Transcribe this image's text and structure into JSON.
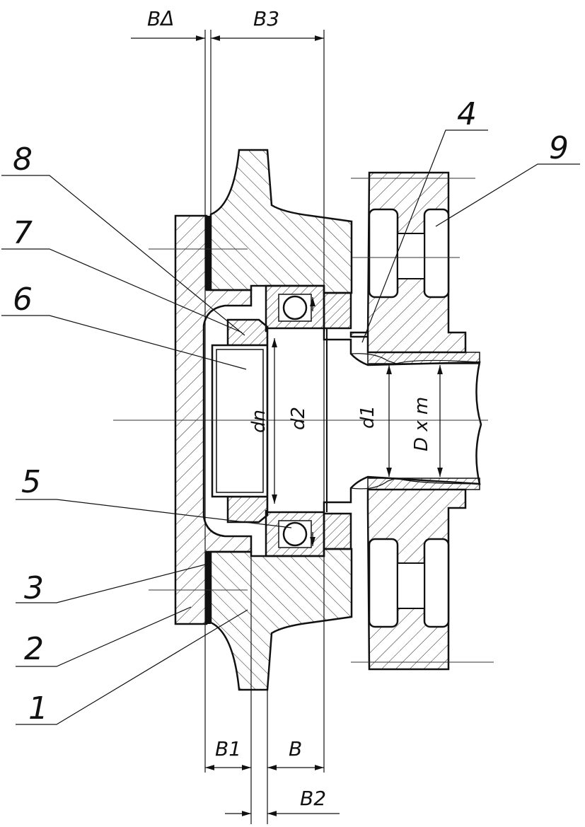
{
  "dimensions": {
    "b_delta": "BΔ",
    "b3": "B3",
    "b1": "B1",
    "b": "B",
    "b2": "B2"
  },
  "diameters": {
    "dn": "dn",
    "d2": "d2",
    "d1": "d1",
    "dxm": "D x m"
  },
  "callouts": {
    "n1": "1",
    "n2": "2",
    "n3": "3",
    "n4": "4",
    "n5": "5",
    "n6": "6",
    "n7": "7",
    "n8": "8",
    "n9": "9"
  }
}
